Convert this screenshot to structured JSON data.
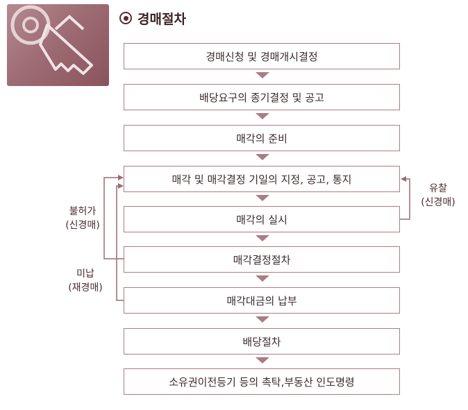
{
  "title": "경매절차",
  "steps": [
    "경매신청 및 경매개시결정",
    "배당요구의 종기결정 및 공고",
    "매각의 준비",
    "매각 및 매각결정 기일의 지정, 공고, 통지",
    "매각의 실시",
    "매각결정절차",
    "매각대금의 납부",
    "배당절차",
    "소유권이전등기 등의 촉탁,부동산 인도명령"
  ],
  "side_labels": {
    "rejection": {
      "line1": "불허가",
      "line2": "(신경매)"
    },
    "unpaid": {
      "line1": "미납",
      "line2": "(재경매)"
    },
    "failed_bid": {
      "line1": "유찰",
      "line2": "(신경매)"
    }
  },
  "colors": {
    "accent": "#5a2a30",
    "box_border": "#b07a81",
    "arrow": "#a97d83",
    "connector": "#9a6b72",
    "logo_bg": "#9e6c74"
  }
}
